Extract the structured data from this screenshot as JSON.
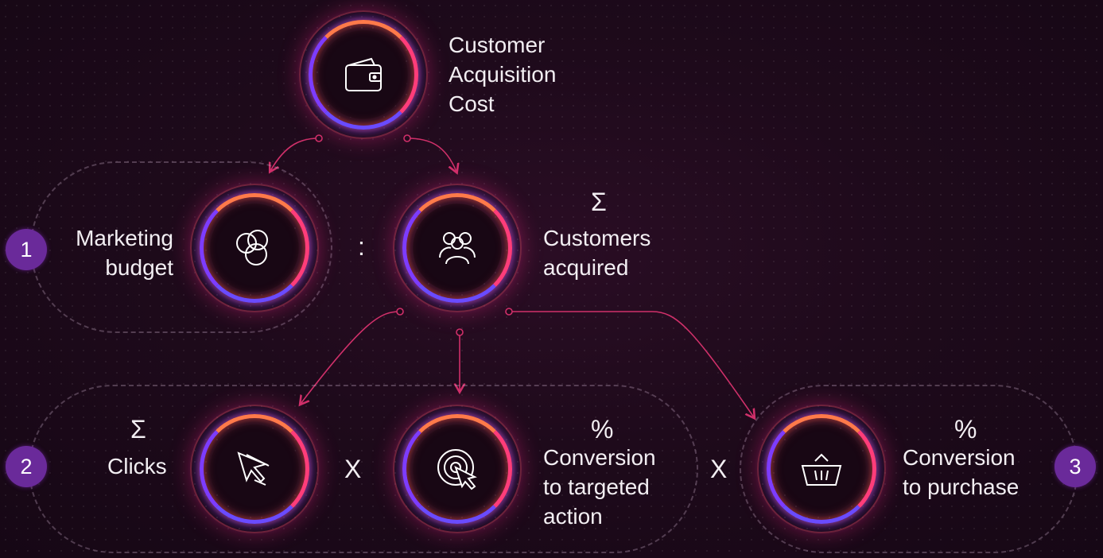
{
  "top": {
    "label_lines": [
      "Customer",
      "Acquisition",
      "Cost"
    ],
    "icon": "wallet-icon"
  },
  "row1": {
    "budget": {
      "label_lines": [
        "Marketing",
        "budget"
      ],
      "icon": "coins-icon"
    },
    "divide_symbol": ":",
    "customers": {
      "symbol": "Σ",
      "label_lines": [
        "Customers",
        "acquired"
      ],
      "icon": "people-icon"
    }
  },
  "row2": {
    "clicks": {
      "symbol": "Σ",
      "label": "Clicks",
      "icon": "cursor-click-icon"
    },
    "multiply_1": "X",
    "conversion_action": {
      "symbol": "%",
      "label_lines": [
        "Conversion",
        "to targeted",
        "action"
      ],
      "icon": "target-icon"
    },
    "multiply_2": "X",
    "conversion_purchase": {
      "symbol": "%",
      "label_lines": [
        "Conversion",
        "to purchase"
      ],
      "icon": "basket-icon"
    }
  },
  "badges": [
    "1",
    "2",
    "3"
  ],
  "colors": {
    "connector": "#d0306a",
    "badge": "#6a2a9a",
    "ring_purple": "#8a3dff",
    "ring_orange": "#ff7a4a"
  }
}
